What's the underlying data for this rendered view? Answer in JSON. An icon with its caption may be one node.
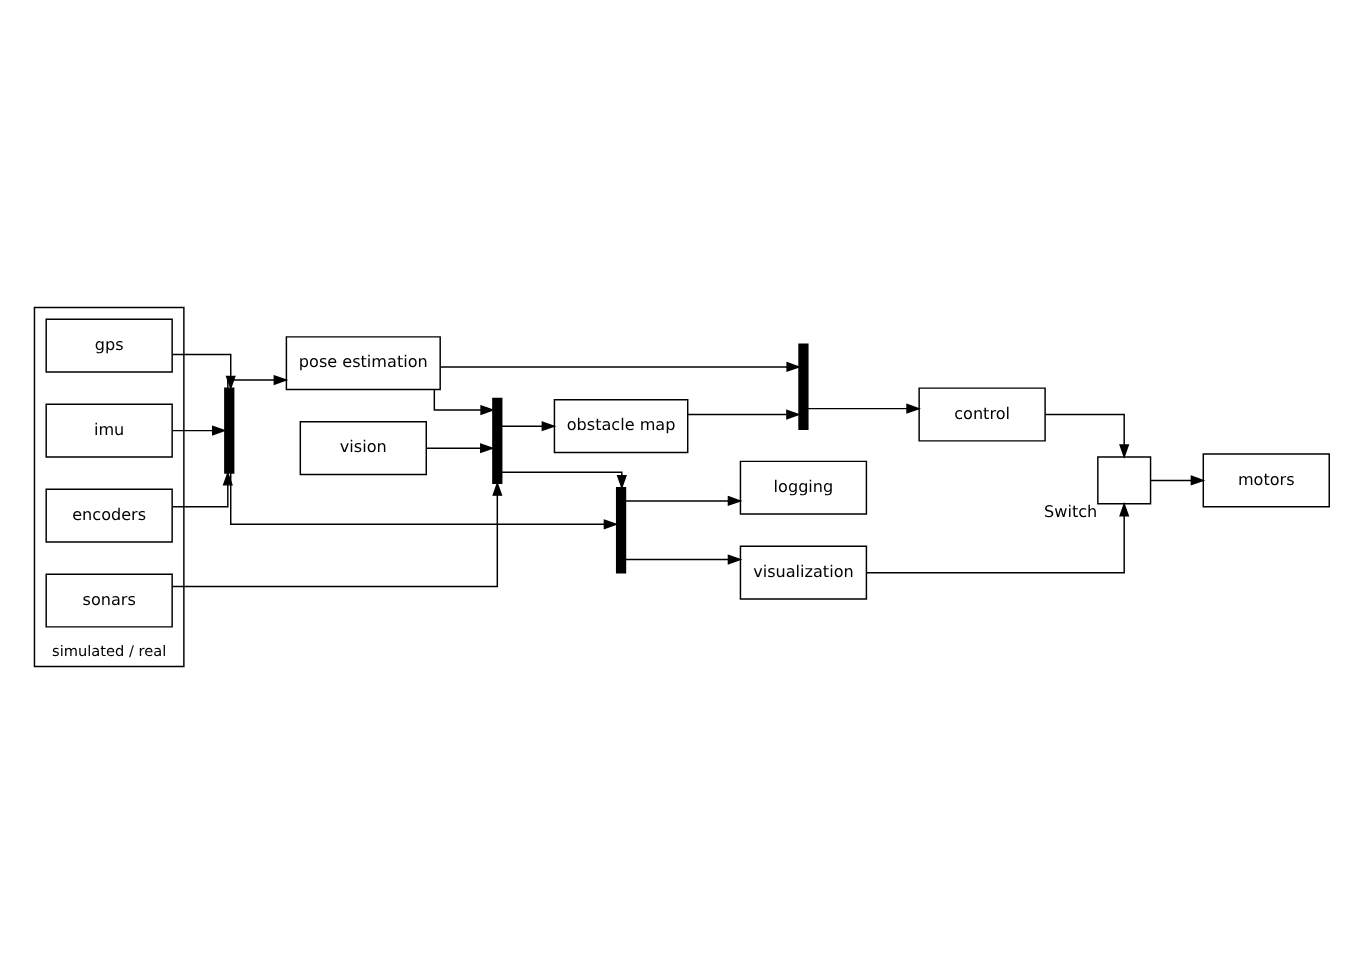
{
  "diagram": {
    "nodes": [
      {
        "text": [
          "vision"
        ]
      },
      {
        "text": [
          "simulated / real"
        ]
      },
      {
        "text": [
          "sonars"
        ],
        "in": 1
      },
      {
        "text": [
          "imu"
        ],
        "in": 1
      },
      {
        "text": [
          "encoders"
        ],
        "in": 1
      },
      {
        "text": [
          "gps"
        ],
        "in": 1
      },
      {
        "text": [],
        "shape": "bar"
      },
      {
        "text": [],
        "shape": "bar"
      },
      {
        "text": [],
        "shape": "bar"
      },
      {
        "text": [
          "obstacle map"
        ]
      },
      {
        "text": [
          "pose estimation"
        ]
      },
      {
        "text": [
          "visualization"
        ]
      },
      {
        "text": [
          "logging"
        ]
      },
      {
        "text": [],
        "shape": "bar"
      },
      {
        "text": [
          "control"
        ]
      },
      {
        "text": [],
        "shape": "box",
        "beside": [
          "Switch"
        ]
      },
      {
        "text": [
          "motors"
        ]
      }
    ],
    "edges": [
      {
        "from": 0,
        "to": 6,
        "arrow": "to"
      },
      {
        "from": 2,
        "to": 6,
        "arrow": "to"
      },
      {
        "from": 10,
        "to": 6,
        "arrow": "to"
      },
      {
        "from": 6,
        "to": 9,
        "arrow": "to"
      },
      {
        "from": 6,
        "to": 8,
        "arrow": "to"
      },
      {
        "from": 3,
        "to": 7,
        "arrow": "to"
      },
      {
        "from": 4,
        "to": 7,
        "arrow": "to"
      },
      {
        "from": 5,
        "to": 7,
        "arrow": "to"
      },
      {
        "from": 7,
        "to": 10,
        "arrow": "to"
      },
      {
        "from": 7,
        "to": 8,
        "arrow": "to"
      },
      {
        "from": 8,
        "to": 11,
        "arrow": "to"
      },
      {
        "from": 8,
        "to": 12,
        "arrow": "to"
      },
      {
        "from": 9,
        "to": 13,
        "arrow": "to"
      },
      {
        "from": 10,
        "to": 13,
        "arrow": "to"
      },
      {
        "from": 13,
        "to": 14,
        "arrow": "to"
      },
      {
        "from": 14,
        "to": 15,
        "arrow": "to"
      },
      {
        "from": 11,
        "to": 15,
        "arrow": "to"
      },
      {
        "from": 15,
        "to": 16,
        "arrow": "to"
      }
    ]
  }
}
